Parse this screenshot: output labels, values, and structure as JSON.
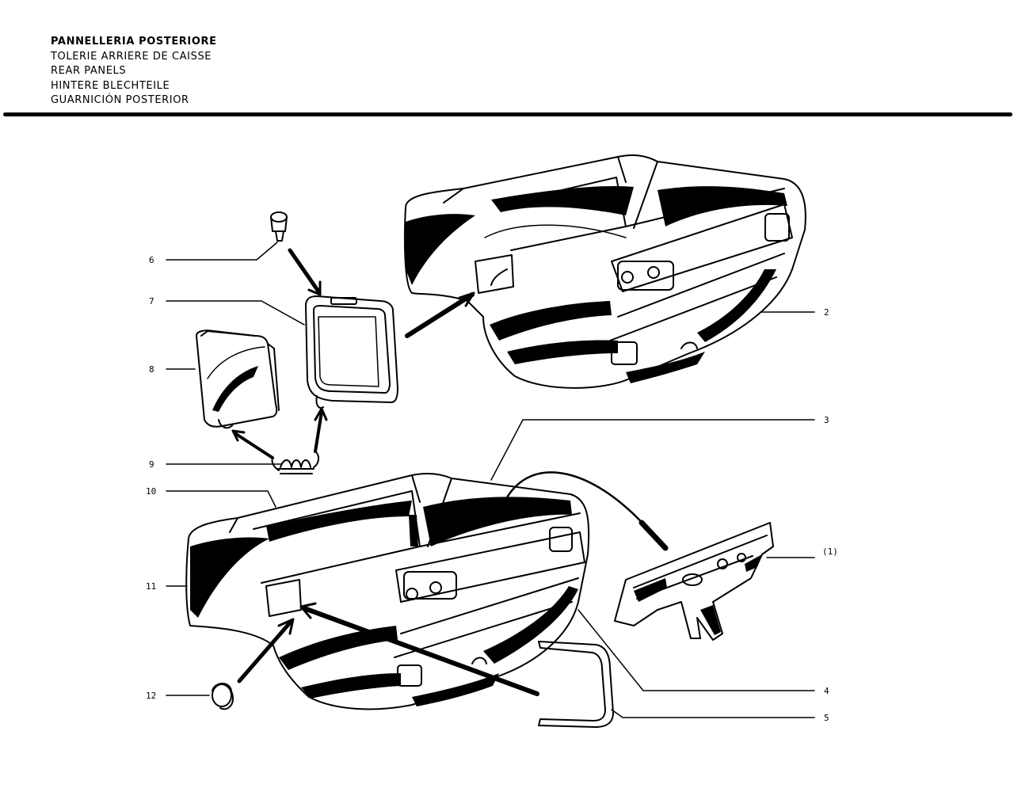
{
  "header": {
    "lines": [
      "PANNELLERIA POSTERIORE",
      "TOLERIE ARRIERE DE CAISSE",
      "REAR PANELS",
      "HINTERE BLECHTEILE",
      "GUARNICIÓN POSTERIOR"
    ]
  },
  "callouts": {
    "c6": "6",
    "c7": "7",
    "c8": "8",
    "c9": "9",
    "c10": "10",
    "c11": "11",
    "c12": "12",
    "c2": "2",
    "c3": "3",
    "c1": "(1)",
    "c4": "4",
    "c5": "5"
  },
  "colors": {
    "ink": "#000000",
    "paper": "#ffffff"
  }
}
